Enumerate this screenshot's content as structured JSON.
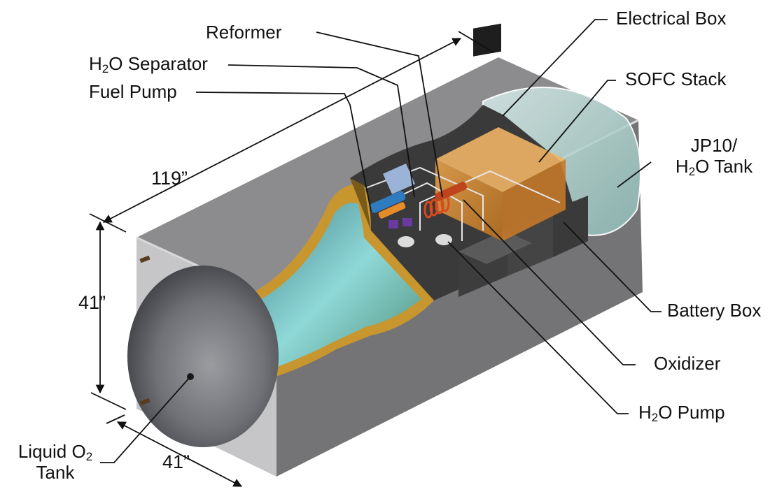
{
  "labels": {
    "reformer": "Reformer",
    "h2o_separator": {
      "pre": "H",
      "sub": "2",
      "post": "O Separator"
    },
    "fuel_pump": "Fuel Pump",
    "electrical_box": "Electrical Box",
    "sofc_stack": "SOFC Stack",
    "jp10_tank": {
      "line1": "JP10/",
      "line2_pre": "H",
      "line2_sub": "2",
      "line2_post": "O Tank"
    },
    "battery_box": "Battery Box",
    "oxidizer": "Oxidizer",
    "h2o_pump": {
      "pre": "H",
      "sub": "2",
      "post": "O Pump"
    },
    "liquid_o2_tank": {
      "line1_pre": "Liquid O",
      "line1_sub": "2",
      "line2": "Tank"
    }
  },
  "dimensions": {
    "length": "119”",
    "height": "41”",
    "width": "41”"
  },
  "colors": {
    "housing": "#7b7b7d",
    "housing_top": "#8e8e90",
    "housing_edge": "#c9c9cb",
    "tank_dome": "#6d6f73",
    "cutaway_gold": "#c8962e",
    "cutaway_teal": "#7fd2d6",
    "sofc_orange": "#d9892d",
    "glass_tank": "#b9dcd6",
    "battery": "#3f3f3f",
    "leader_line": "#111111"
  }
}
